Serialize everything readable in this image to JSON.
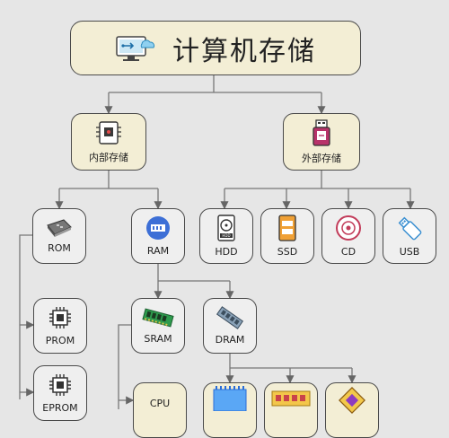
{
  "root": {
    "title": "计算机存储",
    "icon": "monitor-cloud-usb-icon"
  },
  "level1": [
    {
      "label": "内部存储",
      "icon": "motherboard-chip-icon"
    },
    {
      "label": "外部存储",
      "icon": "usb-flash-drive-icon"
    }
  ],
  "internal": [
    {
      "label": "ROM",
      "icon": "rom-chip-icon"
    },
    {
      "label": "RAM",
      "icon": "ram-module-icon"
    }
  ],
  "external": [
    {
      "label": "HDD",
      "icon": "hdd-icon"
    },
    {
      "label": "SSD",
      "icon": "ssd-icon"
    },
    {
      "label": "CD",
      "icon": "cd-icon"
    },
    {
      "label": "USB",
      "icon": "usb-drive-icon"
    }
  ],
  "rom_types": [
    {
      "label": "PROM",
      "icon": "cpu-chip-icon"
    },
    {
      "label": "EPROM",
      "icon": "cpu-chip-icon"
    }
  ],
  "ram_types": [
    {
      "label": "SRAM",
      "icon": "sram-module-icon"
    },
    {
      "label": "DRAM",
      "icon": "dram-module-icon"
    }
  ],
  "bottom": [
    {
      "label": "CPU",
      "icon": ""
    },
    {
      "label": "",
      "icon": "blue-chip-icon"
    },
    {
      "label": "",
      "icon": "memory-stick-icon"
    },
    {
      "label": "",
      "icon": "processor-icon"
    }
  ]
}
